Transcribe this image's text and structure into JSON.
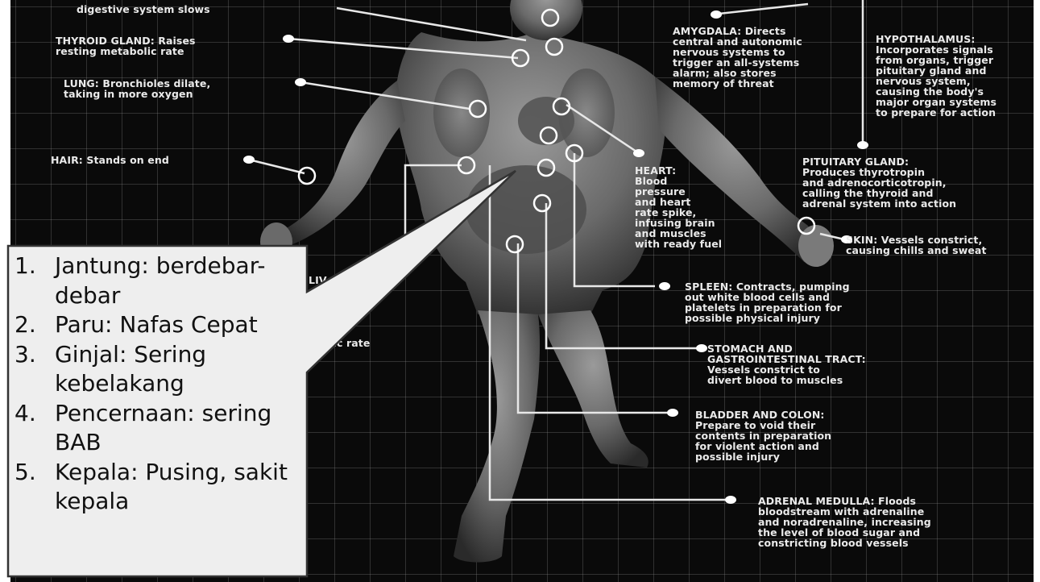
{
  "labels": {
    "digestive": "digestive system slows",
    "thyroid": "THYROID GLAND: Raises\nresting metabolic rate",
    "lung": "LUNG: Bronchioles dilate,\ntaking in more oxygen",
    "hair": "HAIR: Stands on end",
    "amygdala": "AMYGDALA: Directs\ncentral and autonomic\nnervous systems to\ntrigger an all-systems\nalarm; also stores\nmemory of threat",
    "hypothalamus": "HYPOTHALAMUS:\nIncorporates signals\nfrom organs, trigger\npituitary gland and\nnervous system,\ncausing the body's\nmajor organ systems\nto prepare for action",
    "heart": "HEART:\nBlood\npressure\nand heart\nrate spike,\ninfusing brain\nand muscles\nwith ready fuel",
    "pituitary": "PITUITARY GLAND:\nProduces thyrotropin\nand adrenocorticotropin,\ncalling the thyroid and\nadrenal system into action",
    "skin": "SKIN: Vessels constrict,\ncausing chills and sweat",
    "spleen": "SPLEEN: Contracts, pumping\nout white blood cells and\nplatelets in preparation for\npossible physical injury",
    "stomach": "STOMACH AND\nGASTROINTESTINAL TRACT:\nVessels constrict to\ndivert blood to muscles",
    "bladder": "BLADDER AND COLON:\nPrepare to void their\ncontents in preparation\nfor violent action and\npossible injury",
    "adrenal": "ADRENAL MEDULLA: Floods\nbloodstream with adrenaline\nand noradrenaline, increasing\nthe level of blood sugar and\nconstricting blood vessels",
    "liver": "LIV     ns\n        own\n       for\n     energy\n     p up\n   higher\n    abolic rate"
  },
  "callout": {
    "items": [
      {
        "num": "1.",
        "text": "Jantung: berdebar-debar"
      },
      {
        "num": "2.",
        "text": "Paru: Nafas Cepat"
      },
      {
        "num": "3.",
        "text": "Ginjal: Sering kebelakang"
      },
      {
        "num": "4.",
        "text": "Pencernaan: sering BAB"
      },
      {
        "num": "5.",
        "text": "Kepala: Pusing, sakit kepala"
      }
    ]
  },
  "colors": {
    "board": "#0a0a0a",
    "label": "#eaeaea",
    "callout_fill": "#eeeeee",
    "callout_border": "#333333"
  }
}
